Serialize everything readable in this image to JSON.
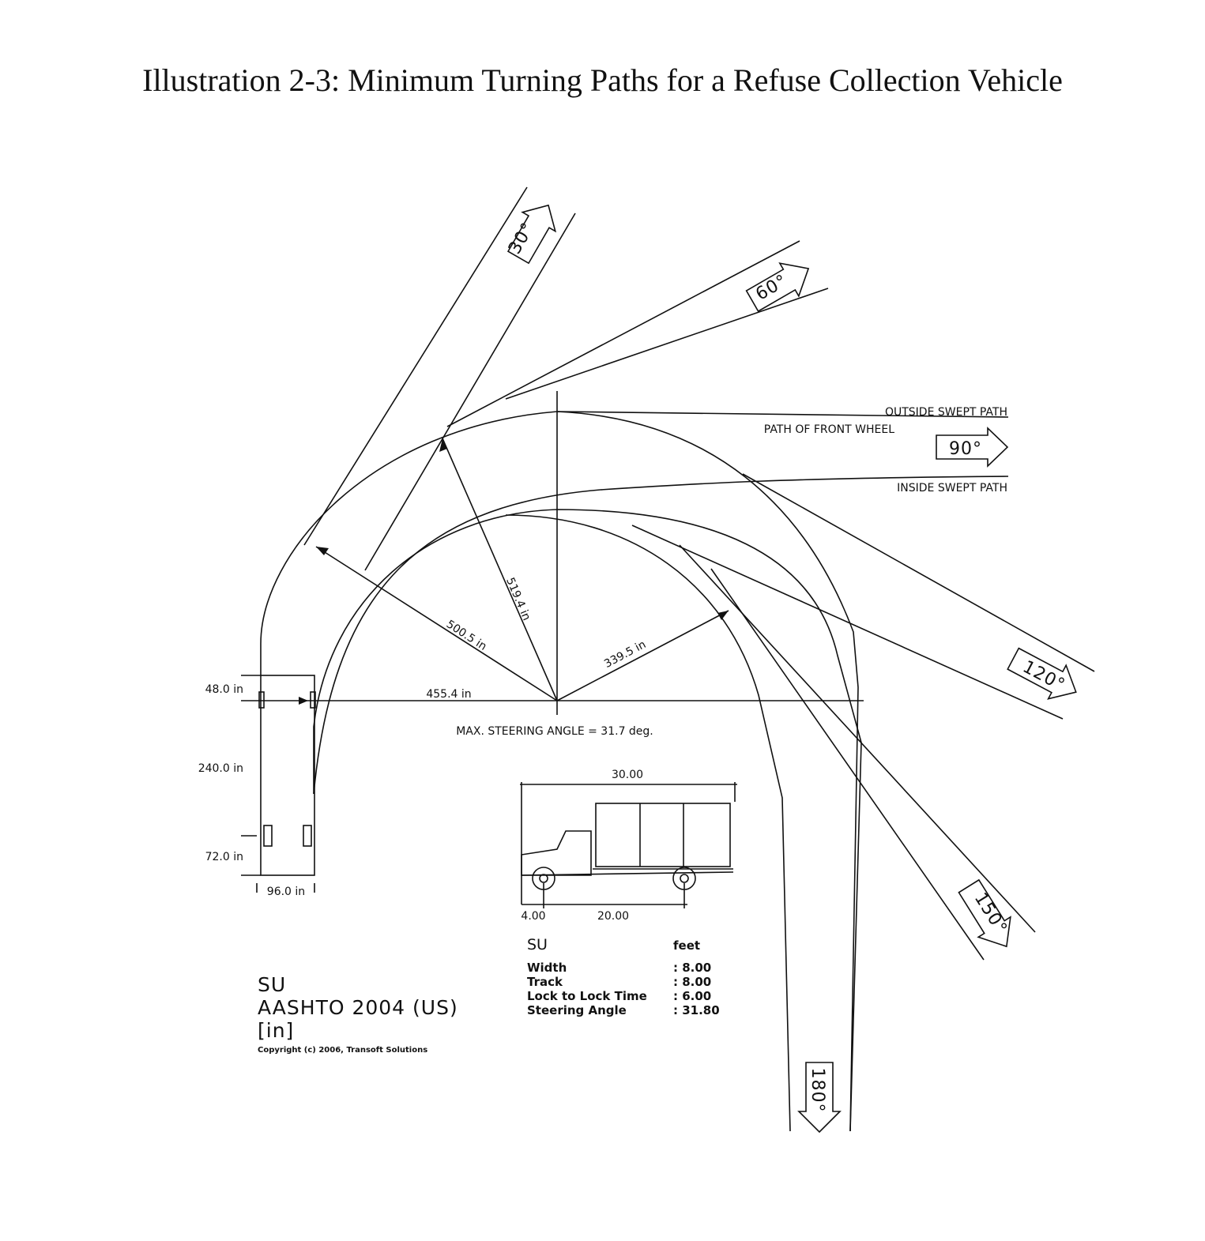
{
  "title": "Illustration 2-3: Minimum Turning Paths for a Refuse Collection Vehicle",
  "path_labels": {
    "outside": "OUTSIDE SWEPT PATH",
    "front_wheel": "PATH OF FRONT WHEEL",
    "inside": "INSIDE SWEPT PATH"
  },
  "angles": [
    "30°",
    "60°",
    "90°",
    "120°",
    "150°",
    "180°"
  ],
  "radii": {
    "r1": "519.4 in",
    "r2": "500.5 in",
    "r3": "339.5 in",
    "r4": "455.4 in"
  },
  "steering_note": "MAX. STEERING ANGLE = 31.7 deg.",
  "vehicle_plan_dims": {
    "front": "48.0 in",
    "wheelbase": "240.0 in",
    "rear": "72.0 in",
    "width": "96.0 in"
  },
  "truck_dims": {
    "length": "30.00",
    "front_overhang": "4.00",
    "wheelbase": "20.00"
  },
  "specs": {
    "vehicle": "SU",
    "unit": "feet",
    "rows": [
      {
        "label": "Width",
        "value": ": 8.00"
      },
      {
        "label": "Track",
        "value": ": 8.00"
      },
      {
        "label": "Lock to Lock Time",
        "value": ": 6.00"
      },
      {
        "label": "Steering Angle",
        "value": ": 31.80"
      }
    ]
  },
  "legend": {
    "code": "SU",
    "standard": "AASHTO 2004 (US)",
    "units": "[in]",
    "copyright": "Copyright (c) 2006, Transoft Solutions"
  }
}
